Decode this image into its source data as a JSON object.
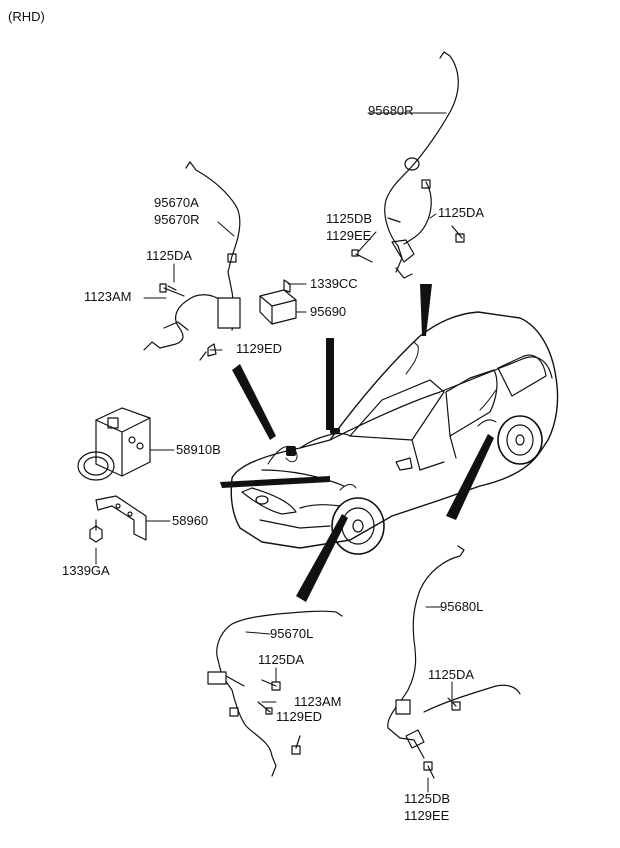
{
  "header": {
    "variant": "(RHD)"
  },
  "parts": {
    "p95680R": "95680R",
    "p95670A": "95670A",
    "p95670R": "95670R",
    "p1125DB_top": "1125DB",
    "p1129EE_top": "1129EE",
    "p1125DA_top_right": "1125DA",
    "p1125DA_top_left": "1125DA",
    "p1339CC": "1339CC",
    "p1123AM_top": "1123AM",
    "p95690": "95690",
    "p1129ED_top": "1129ED",
    "p58910B": "58910B",
    "p58960": "58960",
    "p1339GA": "1339GA",
    "p95680L": "95680L",
    "p95670L": "95670L",
    "p1125DA_bottom_left": "1125DA",
    "p1123AM_bottom": "1123AM",
    "p1129ED_bottom": "1129ED",
    "p1125DA_bottom_right": "1125DA",
    "p1125DB_bottom": "1125DB",
    "p1129EE_bottom": "1129EE"
  }
}
